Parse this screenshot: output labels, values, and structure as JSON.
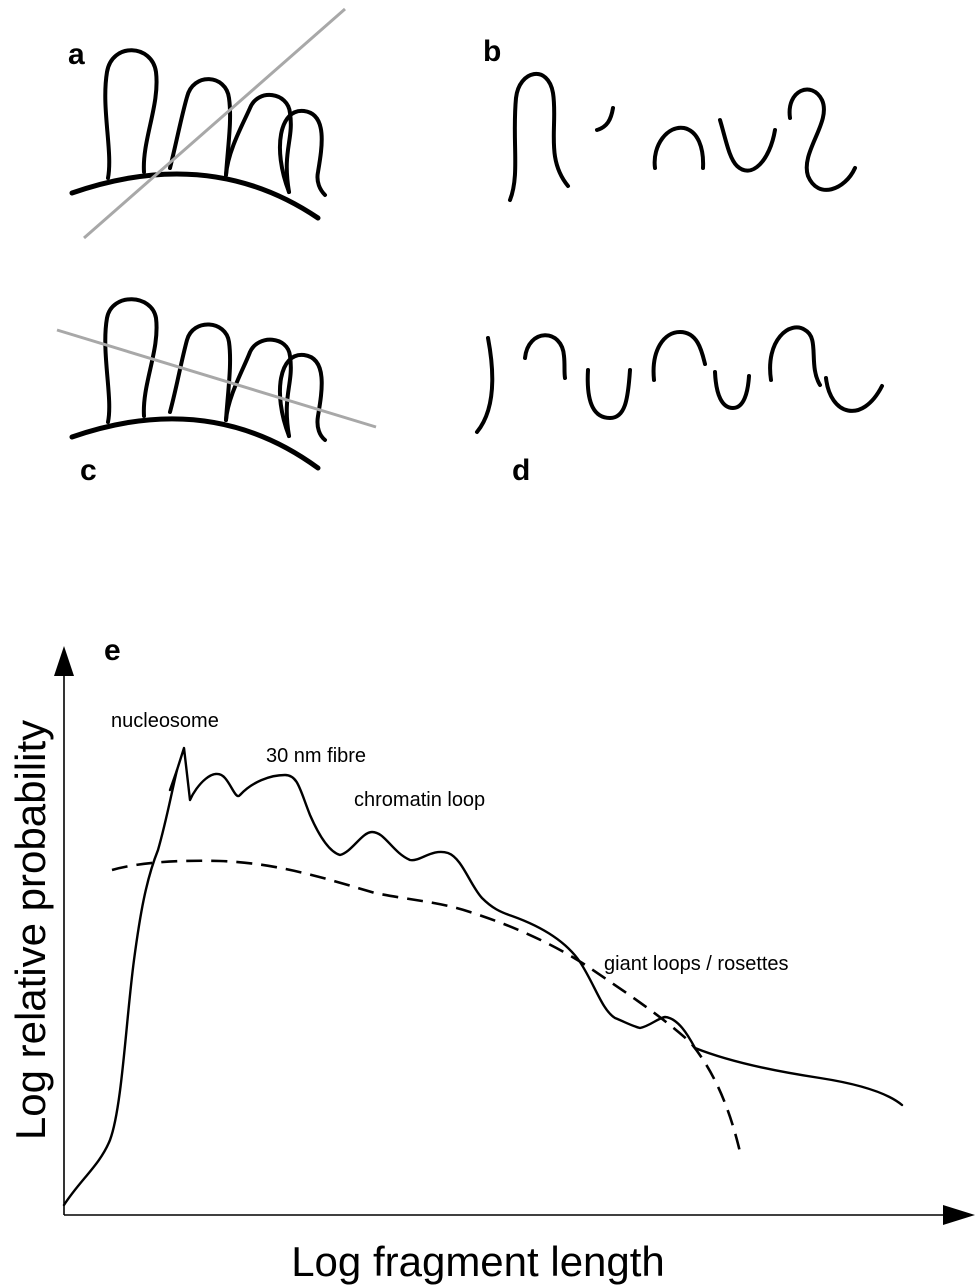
{
  "panels": {
    "a": "a",
    "b": "b",
    "c": "c",
    "d": "d",
    "e": "e"
  },
  "chart": {
    "xlabel": "Log fragment length",
    "ylabel": "Log relative probability",
    "annotations": {
      "nucleosome": "nucleosome",
      "fibre": "30 nm fibre",
      "loop": "chromatin loop",
      "giant": "giant loops / rosettes"
    }
  },
  "colors": {
    "ink": "#000000",
    "cut_line": "#a8a8a8"
  }
}
